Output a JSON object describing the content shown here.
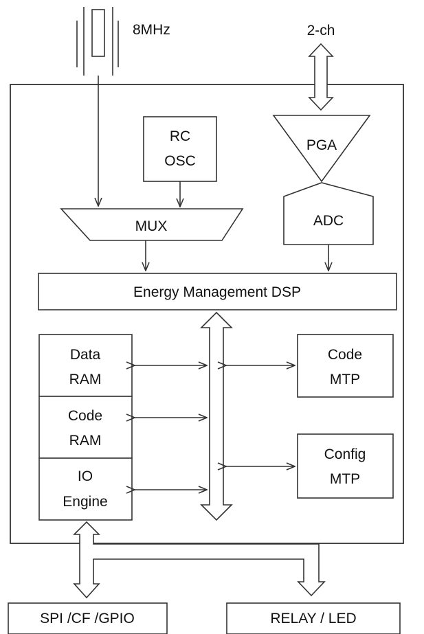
{
  "diagram": {
    "crystal_label": "8MHz",
    "input_label": "2-ch",
    "rc_osc": [
      "RC",
      "OSC"
    ],
    "pga": "PGA",
    "mux": "MUX",
    "adc": "ADC",
    "dsp": "Energy Management DSP",
    "data_ram": [
      "Data",
      "RAM"
    ],
    "code_ram": [
      "Code",
      "RAM"
    ],
    "io_engine": [
      "IO",
      "Engine"
    ],
    "code_mtp": [
      "Code",
      "MTP"
    ],
    "config_mtp": [
      "Config",
      "MTP"
    ],
    "spi": "SPI /CF /GPIO",
    "relay": "RELAY / LED"
  }
}
